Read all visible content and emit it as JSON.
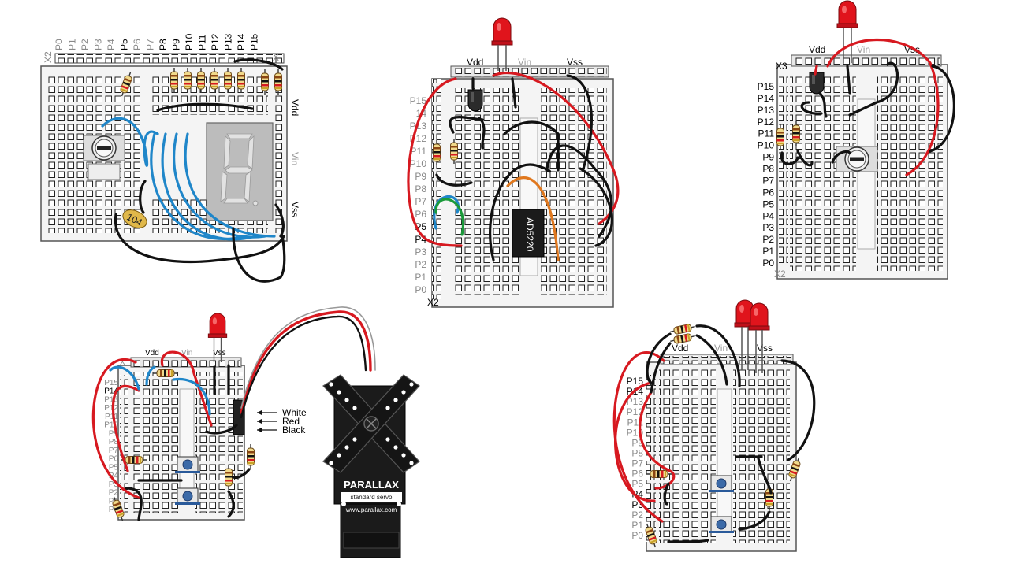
{
  "boards": [
    {
      "id": "board-seven-segment",
      "header_label": "X2",
      "corner_label": "X",
      "pin_labels": [
        "P0",
        "P1",
        "P2",
        "P3",
        "P4",
        "P5",
        "P6",
        "P7",
        "P8",
        "P9",
        "P10",
        "P11",
        "P12",
        "P13",
        "P14",
        "P15"
      ],
      "highlighted_pins": [
        "P5",
        "P8",
        "P9",
        "P10",
        "P11",
        "P12",
        "P13",
        "P14",
        "P15"
      ],
      "rail_labels": [
        "Vdd",
        "Vin",
        "Vss"
      ],
      "capacitor_label": "104"
    },
    {
      "id": "board-ad5220",
      "header_label": "X2",
      "top_labels": [
        "Vdd",
        "Vin",
        "Vss"
      ],
      "pin_labels": [
        "P15",
        "14",
        "P13",
        "P12",
        "P11",
        "P10",
        "P9",
        "P8",
        "P7",
        "P6",
        "P5",
        "P4",
        "P3",
        "P2",
        "P1",
        "P0"
      ],
      "chip_label": "AD5220"
    },
    {
      "id": "board-potentiometer",
      "header_label": "X3",
      "footer_label": "X2",
      "top_labels": [
        "Vdd",
        "Vin",
        "Vss"
      ],
      "pin_labels": [
        "P15",
        "P14",
        "P13",
        "P12",
        "P11",
        "P10",
        "P9",
        "P8",
        "P7",
        "P6",
        "P5",
        "P4",
        "P3",
        "P2",
        "P1",
        "P0"
      ]
    },
    {
      "id": "board-servo",
      "header_label": "X",
      "top_labels": [
        "Vdd",
        "Vin",
        "Vss"
      ],
      "pin_labels": [
        "P15",
        "P14",
        "P13",
        "P12",
        "P11",
        "P10",
        "P9",
        "P8",
        "P7",
        "P6",
        "P5",
        "P4",
        "P3",
        "P2",
        "P1",
        "P0"
      ],
      "servo_lead_labels": [
        "White",
        "Red",
        "Black"
      ],
      "servo_brand": "PARALLAX",
      "servo_model": "standard servo",
      "servo_url": "www.parallax.com"
    },
    {
      "id": "board-two-leds",
      "top_labels": [
        "Vdd",
        "Vin",
        "Vss"
      ],
      "pin_labels": [
        "P15",
        "P14",
        "P13",
        "P12",
        "P11",
        "P10",
        "P9",
        "P8",
        "P7",
        "P6",
        "P5",
        "P4",
        "P3",
        "P2",
        "P1",
        "P0"
      ]
    }
  ],
  "colors": {
    "wire_red": "#d71920",
    "wire_blue": "#1f86c9",
    "wire_black": "#111111",
    "wire_green": "#1a9a3a",
    "wire_orange": "#e0781e",
    "led_red": "#e0141c",
    "resistor_body": "#f1d98a",
    "capacitor_body": "#e0b84a",
    "display_body": "#bcbcbc",
    "servo_body": "#1b1b1b"
  },
  "icons": [
    "led-icon",
    "resistor-icon",
    "capacitor-icon",
    "pushbutton-icon",
    "transistor-icon",
    "potentiometer-icon",
    "seven-segment-display-icon",
    "servo-icon"
  ]
}
